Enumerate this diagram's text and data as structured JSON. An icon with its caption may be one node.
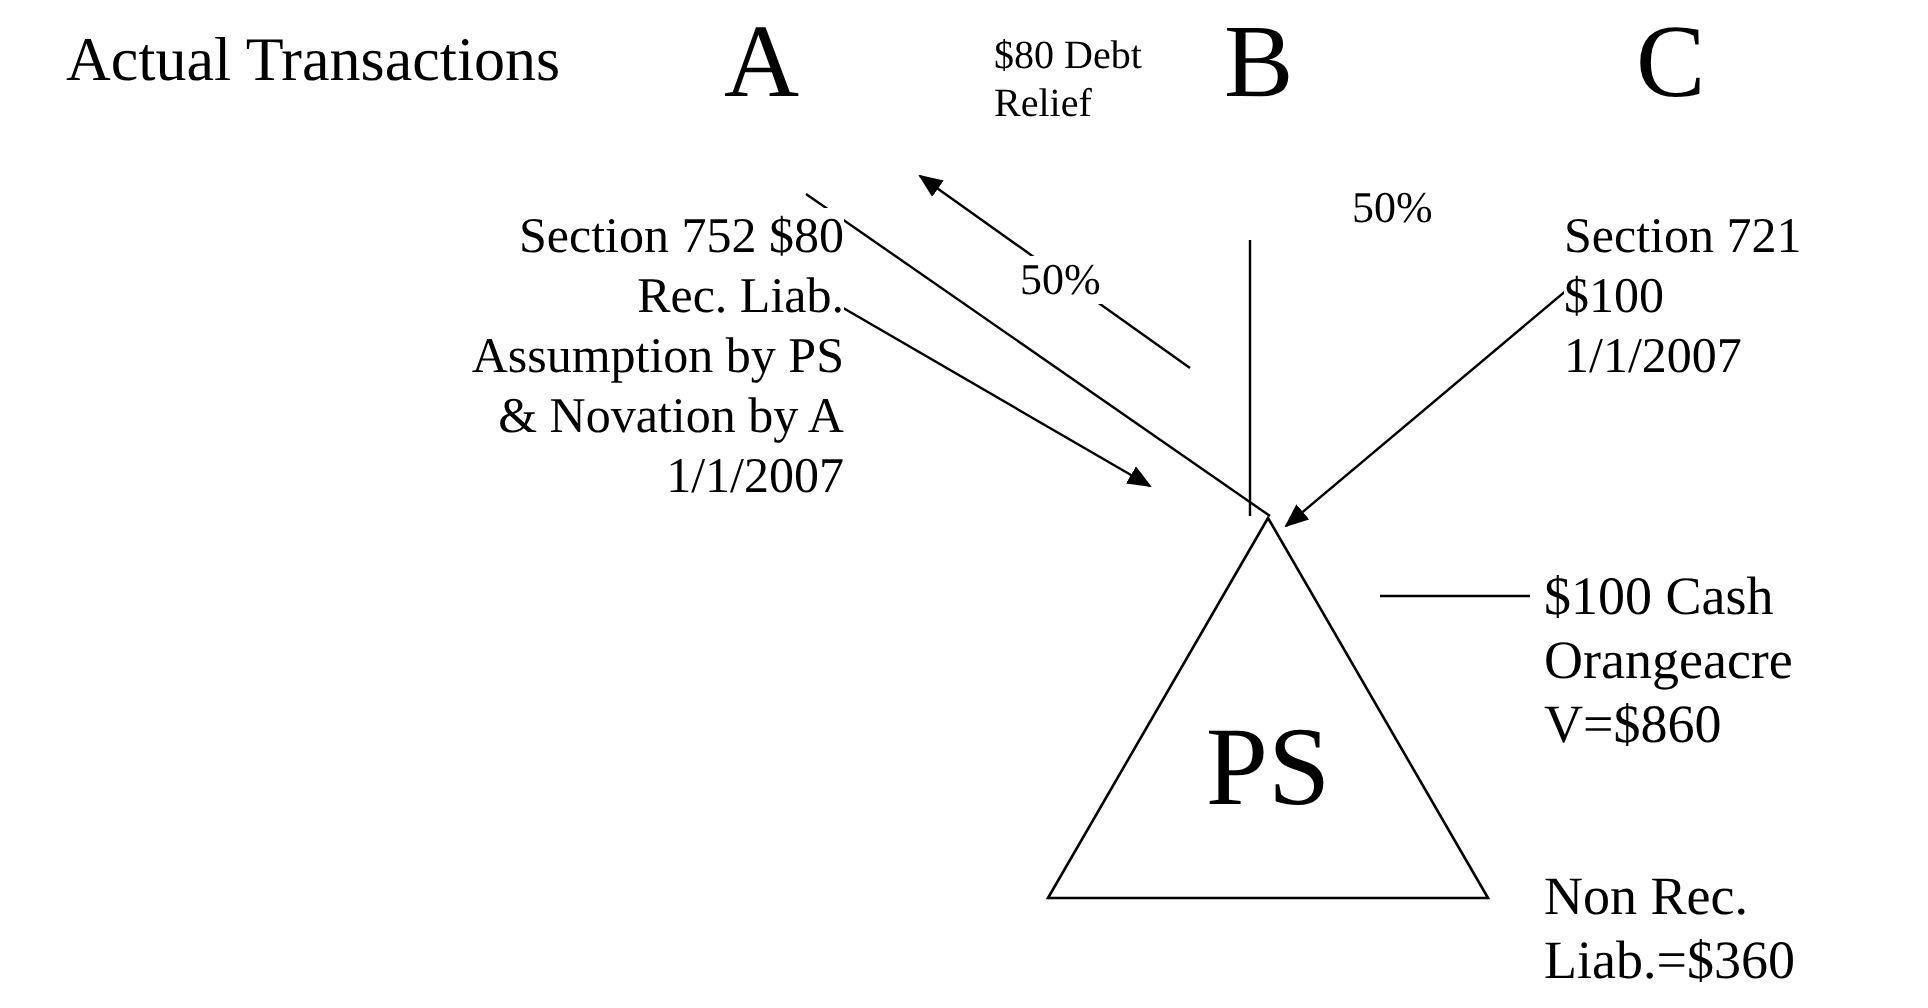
{
  "diagram": {
    "title": "Actual Transactions",
    "nodes": [
      {
        "text": [
          "A"
        ]
      },
      {
        "text": [
          "B"
        ]
      },
      {
        "text": [
          "C"
        ]
      },
      {
        "text": [
          "PS"
        ]
      },
      {
        "text": [
          "$100 Cash Orangeacre V=$860"
        ]
      }
    ],
    "edges": [
      {
        "from": 0,
        "to": 3,
        "arrow": "none",
        "label": "50%"
      },
      {
        "from": null,
        "to": 3,
        "arrow": "none",
        "label": "50%"
      },
      {
        "from": 0,
        "to": 3,
        "arrow": "to",
        "label": "Section 752 $80 Rec. Liab. Assumption by PS & Novation by A 1/1/2007"
      },
      {
        "from": null,
        "to": 0,
        "arrow": "to",
        "label": "$80 Debt Relief"
      },
      {
        "from": null,
        "to": 3,
        "arrow": "to",
        "label": "Section 721 $100 1/1/2007"
      },
      {
        "from": 3,
        "to": 4,
        "arrow": "none"
      }
    ],
    "labels": [
      "Non Rec. Liab.=$360"
    ]
  }
}
